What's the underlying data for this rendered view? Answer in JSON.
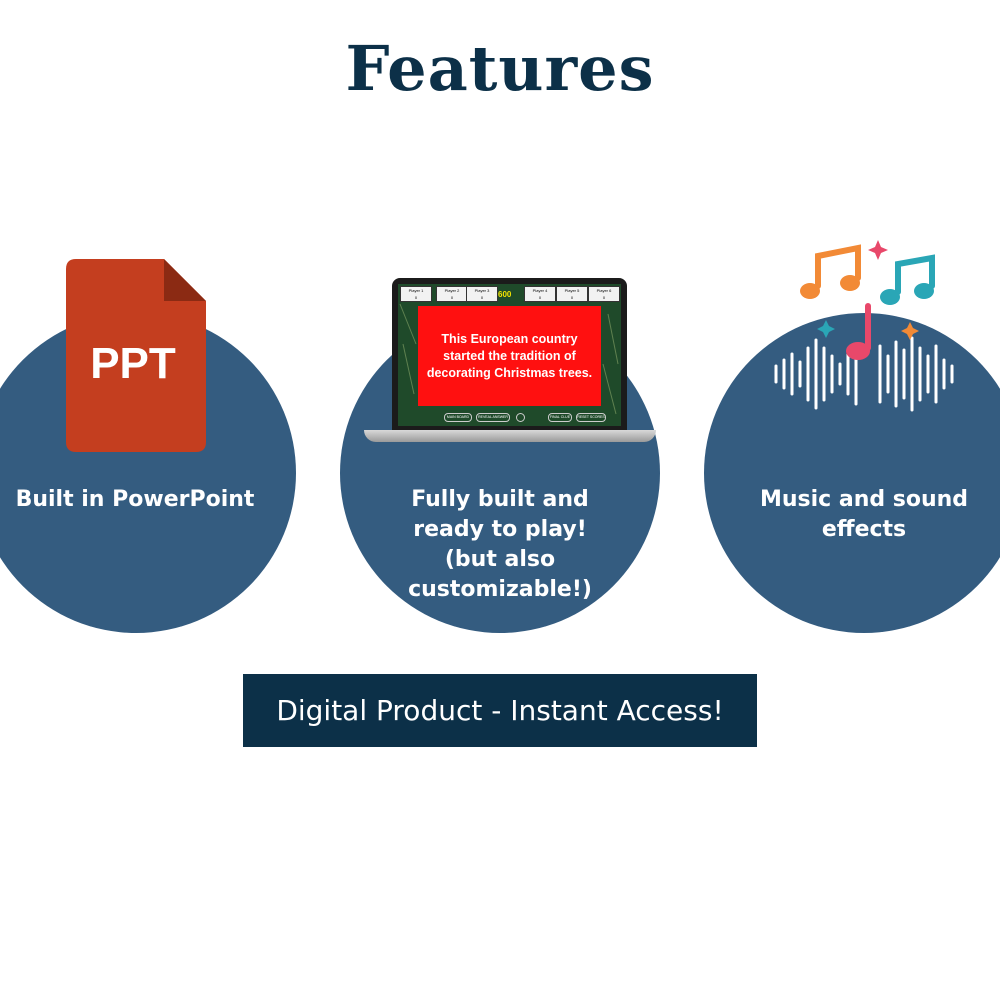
{
  "title": "Features",
  "features": [
    {
      "caption": "Built in PowerPoint",
      "icon": "ppt-file-icon",
      "icon_label": "PPT"
    },
    {
      "caption": "Fully built and\nready to play!\n(but also\ncustomizable!)",
      "icon": "laptop-icon"
    },
    {
      "caption": "Music and sound\neffects",
      "icon": "music-notes-soundwave-icon"
    }
  ],
  "laptop_screen": {
    "players": [
      "Player 1",
      "Player 2",
      "Player 3",
      "Player 4",
      "Player 5",
      "Player 6"
    ],
    "scores": [
      "0",
      "0",
      "0",
      "0",
      "0",
      "0"
    ],
    "points": "600",
    "question": "This European country\nstarted the tradition of\ndecorating Christmas trees.",
    "buttons": [
      "MAIN BOARD",
      "REVEAL ANSWER",
      "FINAL CLUE",
      "RESET SCORES"
    ]
  },
  "banner": "Digital Product - Instant Access!",
  "colors": {
    "navy": "#0c3048",
    "circle": "#345c80",
    "ppt": "#c43e1f",
    "question_bg": "#ff1010"
  }
}
